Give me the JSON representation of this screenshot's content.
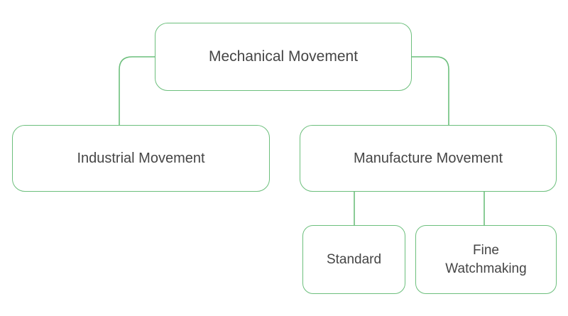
{
  "diagram": {
    "type": "hierarchy-tree",
    "background_color": "#ffffff",
    "node_border_color": "#6cbf7c",
    "connector_color": "#6cbf7c",
    "text_color": "#454545",
    "nodes": [
      {
        "id": "root",
        "label": "Mechanical Movement",
        "level": 0
      },
      {
        "id": "industrial",
        "label": "Industrial Movement",
        "level": 1
      },
      {
        "id": "manufacture",
        "label": "Manufacture Movement",
        "level": 1
      },
      {
        "id": "standard",
        "label": "Standard",
        "level": 2
      },
      {
        "id": "fine",
        "label": "Fine\nWatchmaking",
        "level": 2
      }
    ],
    "edges": [
      {
        "from": "root",
        "to": "industrial"
      },
      {
        "from": "root",
        "to": "manufacture"
      },
      {
        "from": "manufacture",
        "to": "standard"
      },
      {
        "from": "manufacture",
        "to": "fine"
      }
    ]
  }
}
